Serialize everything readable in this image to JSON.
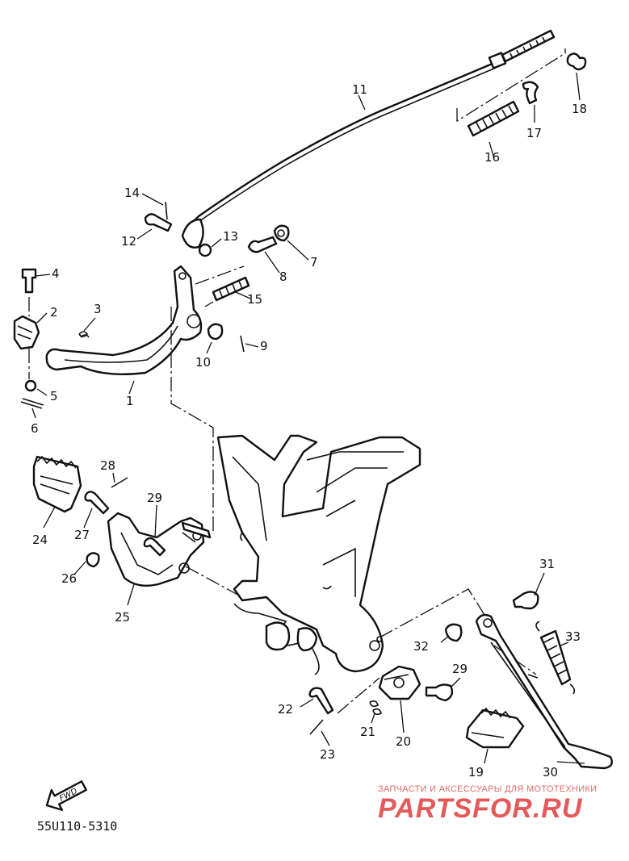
{
  "diagram_code": "55U110-5310",
  "fwd_label": "FWD",
  "watermark": {
    "tagline": "ЗАПЧАСТИ И АКСЕССУАРЫ ДЛЯ МОТОТЕХНИКИ",
    "brand": "PARTSFOR.RU"
  },
  "callouts": [
    "1",
    "2",
    "3",
    "4",
    "5",
    "6",
    "7",
    "8",
    "9",
    "10",
    "11",
    "12",
    "13",
    "14",
    "15",
    "16",
    "17",
    "18",
    "19",
    "20",
    "21",
    "22",
    "23",
    "24",
    "25",
    "26",
    "27",
    "28",
    "29",
    "29",
    "30",
    "31",
    "32",
    "33"
  ]
}
